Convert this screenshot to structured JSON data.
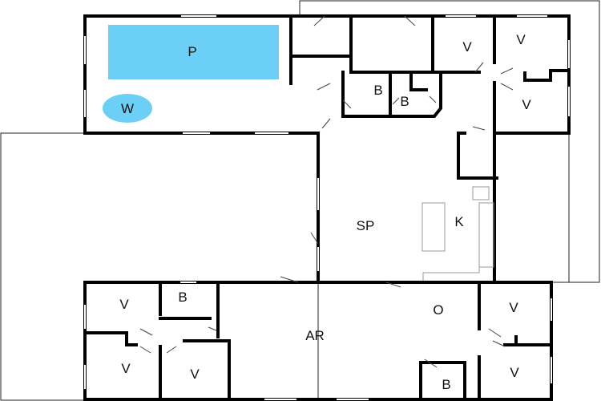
{
  "plan": {
    "colors": {
      "water": "#6ccff6",
      "wall": "#000000",
      "floor": "#ffffff"
    },
    "rooms": {
      "pool": "P",
      "hot_tub": "W",
      "top_bed_1": "V",
      "top_bed_2": "V",
      "top_bed_3": "V",
      "top_bath_1": "B",
      "top_bath_2": "B",
      "living": "SP",
      "kitchen": "K",
      "activity": "AR",
      "utility": "O",
      "left_bed_1": "V",
      "left_bath": "B",
      "left_bed_2": "V",
      "left_bed_3": "V",
      "right_bed_1": "V",
      "right_bed_2": "V",
      "right_bath": "B"
    }
  }
}
